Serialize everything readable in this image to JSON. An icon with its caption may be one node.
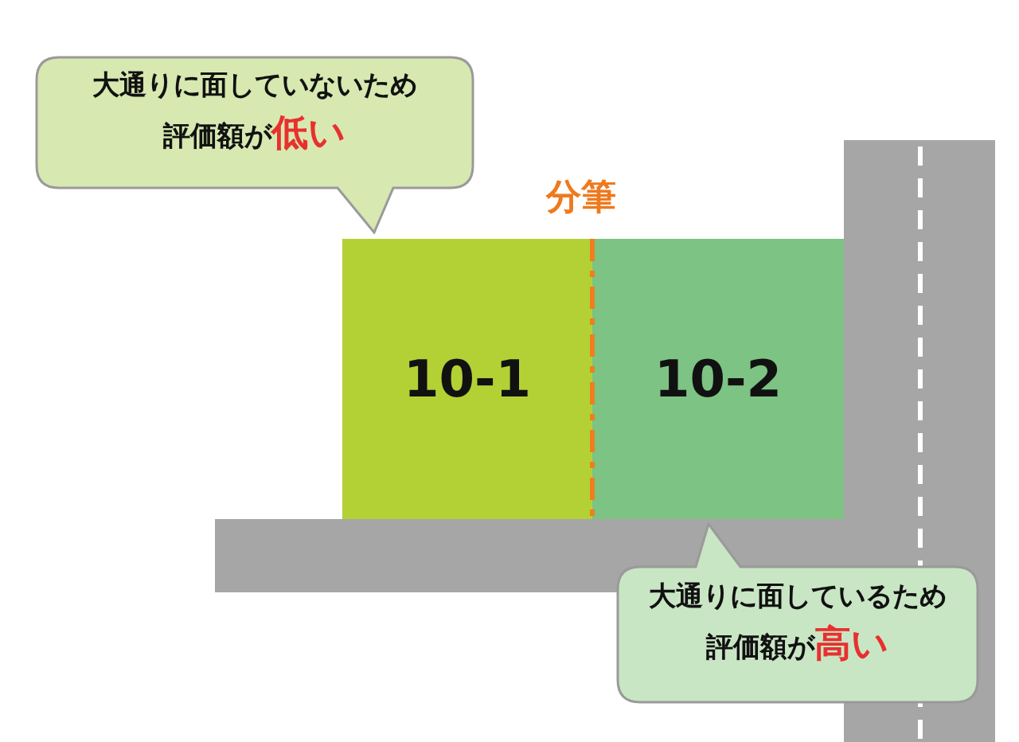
{
  "diagram": {
    "nodes": [
      {
        "text": [
          "大通りに面していないため評価額が**低い**"
        ]
      },
      {
        "text": [
          "10-1"
        ]
      },
      {
        "text": [
          "10-2"
        ]
      },
      {
        "text": [
          "大通りに面しているため評価額が**高い**"
        ]
      }
    ],
    "labels": [
      "分筆"
    ]
  }
}
